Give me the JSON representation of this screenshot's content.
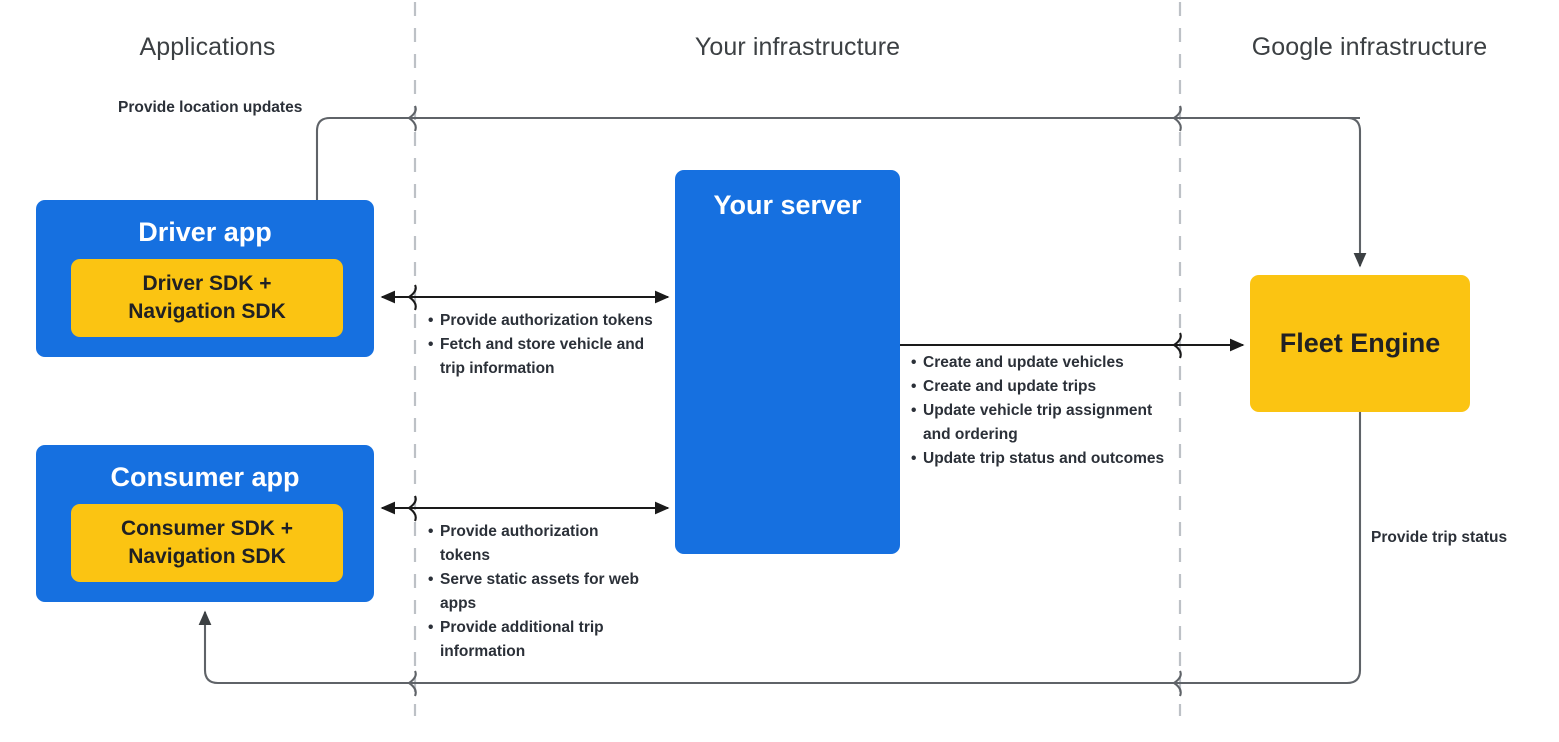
{
  "zones": [
    {
      "id": "applications",
      "label": "Applications"
    },
    {
      "id": "your-infrastructure",
      "label": "Your infrastructure"
    },
    {
      "id": "google-infrastructure",
      "label": "Google infrastructure"
    }
  ],
  "nodes": {
    "driver_app": {
      "title": "Driver app",
      "sdk": "Driver SDK +\nNavigation SDK"
    },
    "consumer_app": {
      "title": "Consumer app",
      "sdk": "Consumer SDK +\nNavigation SDK"
    },
    "your_server": {
      "title": "Your server"
    },
    "fleet_engine": {
      "title": "Fleet Engine"
    }
  },
  "edge_labels": {
    "provide_location_updates": "Provide location updates",
    "provide_trip_status": "Provide trip status"
  },
  "bullet_lists": {
    "driver_to_server": [
      "Provide authorization tokens",
      "Fetch and store vehicle and trip information"
    ],
    "consumer_to_server": [
      "Provide authorization tokens",
      "Serve static assets for web apps",
      "Provide additional trip information"
    ],
    "server_to_fleet_engine": [
      "Create and update vehicles",
      "Create and update trips",
      "Update vehicle trip assignment and ordering",
      "Update trip status and outcomes"
    ]
  },
  "colors": {
    "blue": "#1670e0",
    "yellow": "#fbc412",
    "text_dark": "#2b3038",
    "zone_text": "#3c4043",
    "line": "#5f6368",
    "divider": "#bdc1c6"
  }
}
